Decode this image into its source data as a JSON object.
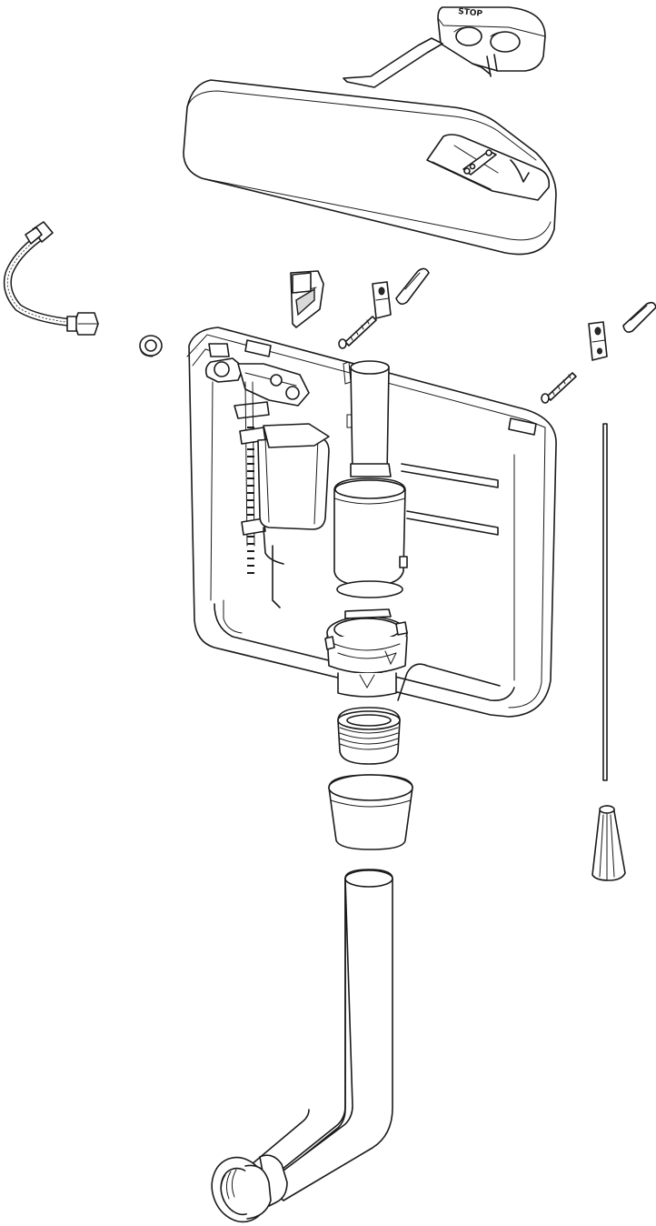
{
  "diagram": {
    "push_button_label": "STOP",
    "parts": [
      "push-button-plate",
      "cistern-lid",
      "flexible-hose",
      "hose-washer",
      "wall-bracket",
      "wall-hook",
      "wall-plug",
      "screw",
      "cistern-body",
      "fill-valve",
      "flush-valve",
      "flush-valve-nut",
      "rubber-cone",
      "flush-pipe",
      "pipe-seal",
      "push-rod",
      "push-rod-cap"
    ]
  }
}
